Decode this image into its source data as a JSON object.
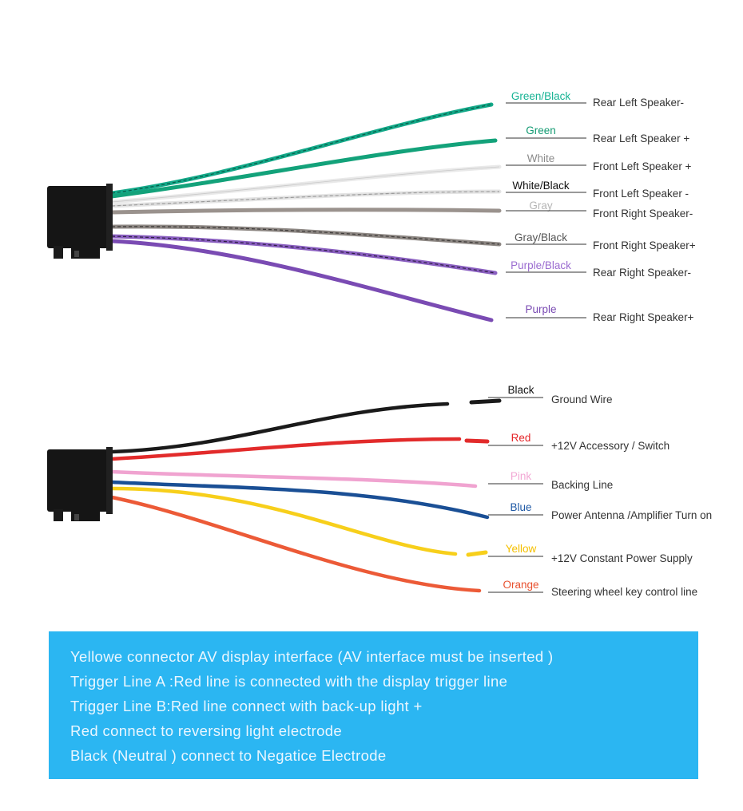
{
  "harness_top": {
    "wires": [
      {
        "name": "Green/Black",
        "desc": "Rear Left Speaker-",
        "color": "#12a888",
        "stripe": "#0b5c48",
        "label_color": "#17b394"
      },
      {
        "name": "Green",
        "desc": "Rear Left Speaker +",
        "color": "#13a27a",
        "stripe": null,
        "label_color": "#129a72"
      },
      {
        "name": "White",
        "desc": "Front Left Speaker +",
        "color": "#e9e9e9",
        "stripe": null,
        "label_color": "#8a8a8a"
      },
      {
        "name": "White/Black",
        "desc": "Front Left Speaker -",
        "color": "#e4e4e4",
        "stripe": "#9a9a9a",
        "label_color": "#111111"
      },
      {
        "name": "Gray",
        "desc": "Front Right Speaker-",
        "color": "#9a928d",
        "stripe": null,
        "label_color": "#b5b5b5"
      },
      {
        "name": "Gray/Black",
        "desc": "Front Right Speaker+",
        "color": "#8c8682",
        "stripe": "#3d3a38",
        "label_color": "#555555"
      },
      {
        "name": "Purple/Black",
        "desc": "Rear Right Speaker-",
        "color": "#8a5fc0",
        "stripe": "#2e1f44",
        "label_color": "#9b6cd0"
      },
      {
        "name": "Purple",
        "desc": "Rear Right Speaker+",
        "color": "#7a4bb3",
        "stripe": null,
        "label_color": "#7a4bb3"
      }
    ]
  },
  "harness_bottom": {
    "wires": [
      {
        "name": "Black",
        "desc": "Ground Wire",
        "color": "#1a1a1a",
        "label_color": "#111111"
      },
      {
        "name": "Red",
        "desc": "+12V Accessory / Switch",
        "color": "#e22b2b",
        "label_color": "#e5262a"
      },
      {
        "name": "Pink",
        "desc": "Backing Line",
        "color": "#f0a3d0",
        "label_color": "#f2a7d4"
      },
      {
        "name": "Blue",
        "desc": "Power Antenna /Amplifier Turn on",
        "color": "#1a4f95",
        "label_color": "#1f59a5"
      },
      {
        "name": "Yellow",
        "desc": "+12V Constant Power Supply",
        "color": "#f7cf1b",
        "label_color": "#f5c000"
      },
      {
        "name": "Orange",
        "desc": "Steering wheel key control line",
        "color": "#ec5a37",
        "label_color": "#e8502e"
      }
    ]
  },
  "info": {
    "lines": [
      "Yellowe connector AV display interface (AV interface must be inserted )",
      "Trigger Line A :Red line is connected with the display trigger line",
      "Trigger Line B:Red line connect with back-up light +",
      "Red connect to reversing light electrode",
      "Black (Neutral ) connect to Negatice Electrode"
    ]
  }
}
